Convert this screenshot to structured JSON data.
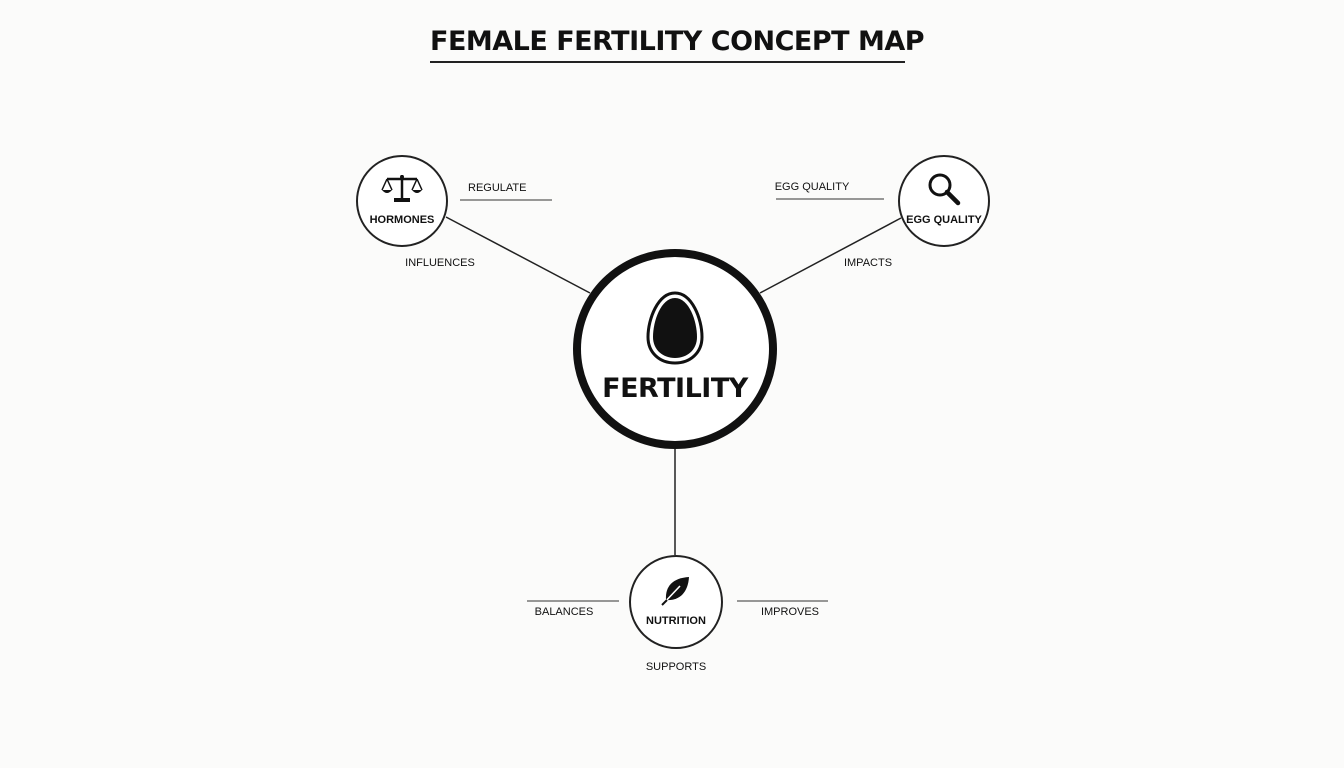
{
  "title": "FEMALE FERTILITY CONCEPT MAP",
  "center": {
    "label": "FERTILITY",
    "icon": "egg-icon"
  },
  "nodes": [
    {
      "id": "hormones",
      "label": "HORMONES",
      "icon": "scales-icon"
    },
    {
      "id": "egg_quality",
      "label": "EGG QUALITY",
      "icon": "magnifier-icon"
    },
    {
      "id": "nutrition",
      "label": "NUTRITION",
      "icon": "leaf-icon"
    }
  ],
  "edge_labels": {
    "regulate": "REGULATE",
    "influences": "INFLUENCES",
    "egg_quality": "EGG QUALITY",
    "impacts": "IMPACTS",
    "balances": "BALANCES",
    "improves": "IMPROVES",
    "supports": "SUPPORTS"
  },
  "colors": {
    "stroke": "#111111",
    "background": "#fbfbfa"
  }
}
